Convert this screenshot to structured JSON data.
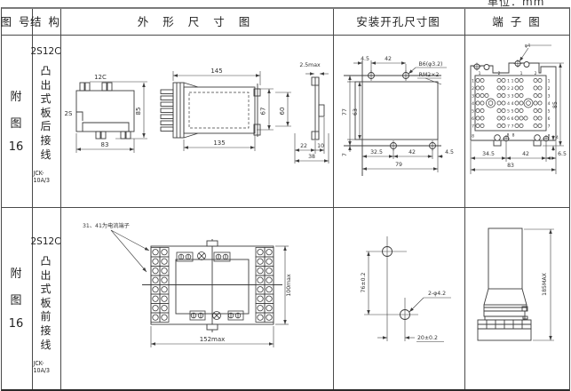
{
  "page": {
    "unit_label": "单位：mm"
  },
  "header": {
    "fig_no": "图 号",
    "structure": "结 构",
    "outline": "外 形 尺 寸 图",
    "mounting": "安装开孔尺寸图",
    "terminal": "端 子 图"
  },
  "rows": [
    {
      "fig": {
        "l1": "附",
        "l2": "图",
        "l3": "16"
      },
      "structure": {
        "model": "2S12C",
        "desc": "凸出式板后接线",
        "type": "JCK-10A/3"
      },
      "outline": {
        "front": {
          "top": "12C",
          "left": "2S",
          "height": "85",
          "width": "83"
        },
        "side": {
          "depth_total": "145",
          "depth_body": "135",
          "h_inner": "67",
          "h_outer": "60"
        },
        "panel": {
          "thickness": "2.5max",
          "d1": "22",
          "d2": "10",
          "d3": "38"
        }
      },
      "mounting": {
        "top1": "4.5",
        "top2": "42",
        "screw": "B6(φ3.2)",
        "tap": "RM2×2",
        "left1": "77",
        "left2": "63",
        "left3": "7",
        "bot1": "32.5",
        "bot2": "42",
        "bot3": "4.5",
        "bot4": "79"
      },
      "terminal": {
        "hole": "φ4",
        "height": "85",
        "foot": "4",
        "bot1": "34.5",
        "bot2": "42",
        "bot3": "6.5",
        "bot4": "83",
        "top_nums": [
          "1",
          "2",
          "1",
          "2"
        ],
        "left_nums": [
          "1",
          "2",
          "3",
          "4",
          "5",
          "6",
          "7",
          "8"
        ],
        "right_nums": [
          "1",
          "2",
          "3",
          "4",
          "5",
          "6",
          "7",
          "8"
        ],
        "mid_nums": [
          "1",
          "2",
          "3",
          "4",
          "5",
          "6",
          "7"
        ],
        "bottom_nums": [
          "8",
          "8"
        ]
      }
    },
    {
      "fig": {
        "l1": "附",
        "l2": "图",
        "l3": "16"
      },
      "structure": {
        "model": "2S12C",
        "desc": "凸出式板前接线",
        "type": "JCK-10A/3"
      },
      "outline": {
        "note": "31、41为电流端子",
        "width": "152max",
        "height": "100max"
      },
      "mounting": {
        "v": "76±0.2",
        "h": "20±0.2",
        "holes": "2-φ4.2"
      },
      "terminal": {
        "height": "185MAX"
      }
    }
  ]
}
